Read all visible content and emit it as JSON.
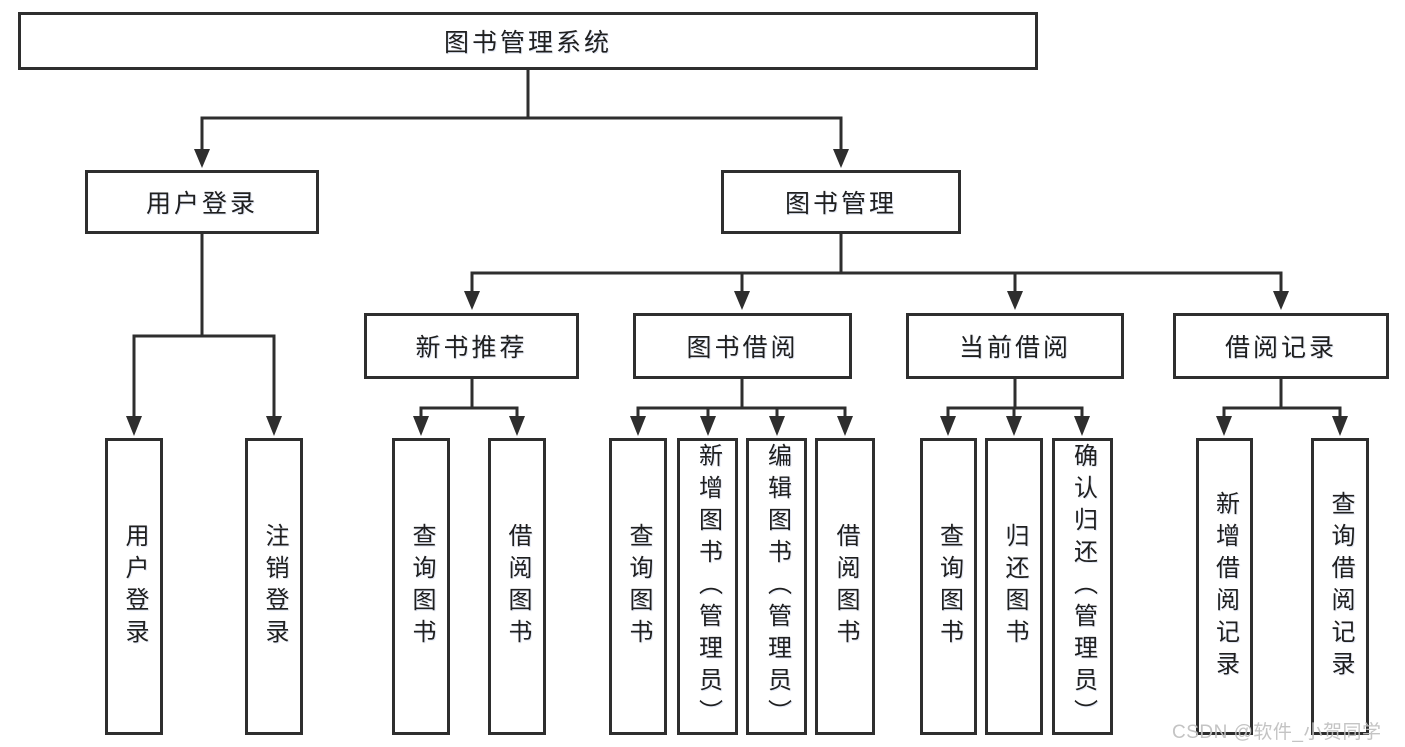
{
  "colors": {
    "background": "#ffffff",
    "line": "#2e2e2e",
    "box_border": "#2e2e2e",
    "text": "#1f1f1f",
    "watermark": "#c1c1c1"
  },
  "watermark": {
    "text": "CSDN @软件_小贺同学"
  },
  "tree": {
    "root": {
      "label": "图书管理系统"
    },
    "level2": [
      {
        "label": "用户登录"
      },
      {
        "label": "图书管理"
      }
    ],
    "level3": [
      {
        "label": "新书推荐"
      },
      {
        "label": "图书借阅"
      },
      {
        "label": "当前借阅"
      },
      {
        "label": "借阅记录"
      }
    ],
    "leaves": {
      "user_login": [
        {
          "label": "用户登录"
        },
        {
          "label": "注销登录"
        }
      ],
      "new_book_recommend": [
        {
          "label": "查询图书"
        },
        {
          "label": "借阅图书"
        }
      ],
      "book_borrow": [
        {
          "label": "查询图书"
        },
        {
          "label": "新增图书（管理员）"
        },
        {
          "label": "编辑图书（管理员）"
        },
        {
          "label": "借阅图书"
        }
      ],
      "current_borrow": [
        {
          "label": "查询图书"
        },
        {
          "label": "归还图书"
        },
        {
          "label": "确认归还（管理员）"
        }
      ],
      "borrow_record": [
        {
          "label": "新增借阅记录"
        },
        {
          "label": "查询借阅记录"
        }
      ]
    }
  }
}
